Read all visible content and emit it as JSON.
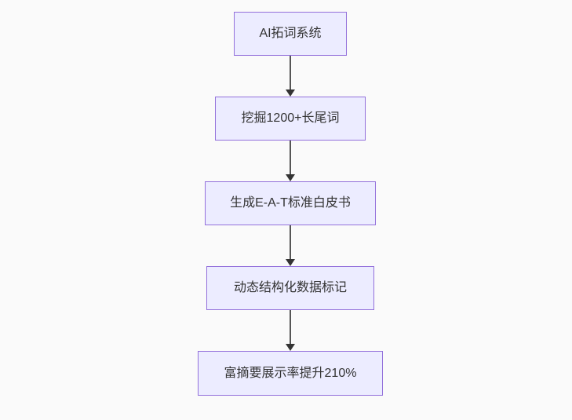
{
  "page": {
    "type": "flowchart",
    "background": "#fafafa"
  },
  "flowchart": {
    "direction": "top-down",
    "nodes": [
      {
        "label": "AI拓词系统"
      },
      {
        "label": "挖掘1200+长尾词"
      },
      {
        "label": "生成E-A-T标准白皮书"
      },
      {
        "label": "动态结构化数据标记"
      },
      {
        "label": "富摘要展示率提升210%"
      }
    ],
    "connectors": [
      {
        "from": 0,
        "to": 1,
        "style": "arrow-down"
      },
      {
        "from": 1,
        "to": 2,
        "style": "arrow-down"
      },
      {
        "from": 2,
        "to": 3,
        "style": "arrow-down"
      },
      {
        "from": 3,
        "to": 4,
        "style": "arrow-down"
      }
    ],
    "colors": {
      "node_fill": "#ececff",
      "node_border": "#9370db",
      "edge_line": "#555555",
      "arrowhead": "#333333",
      "text": "#333333"
    }
  }
}
